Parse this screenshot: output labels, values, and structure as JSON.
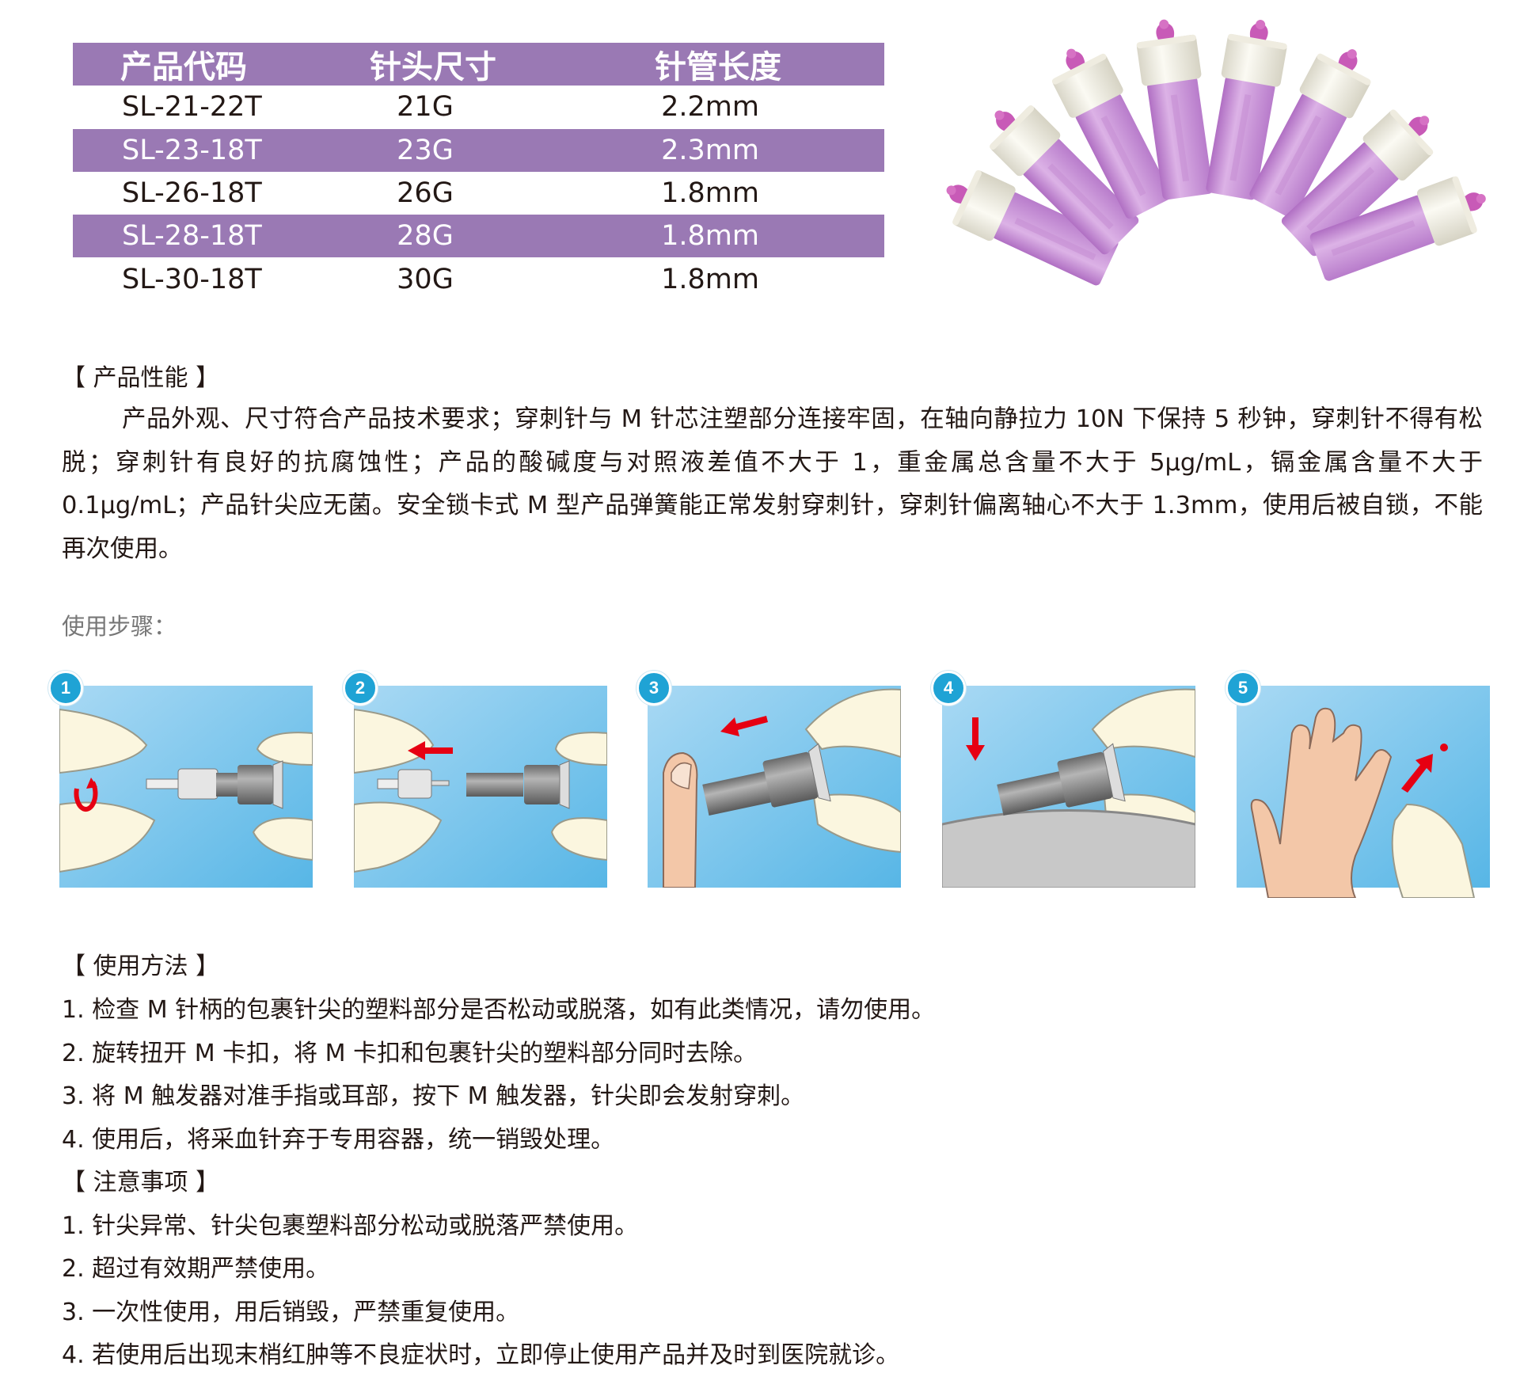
{
  "spec_table": {
    "headers": [
      "产品代码",
      "针头尺寸",
      "针管长度"
    ],
    "rows": [
      [
        "SL-21-22T",
        "21G",
        "2.2mm"
      ],
      [
        "SL-23-18T",
        "23G",
        "2.3mm"
      ],
      [
        "SL-26-18T",
        "26G",
        "1.8mm"
      ],
      [
        "SL-28-18T",
        "28G",
        "1.8mm"
      ],
      [
        "SL-30-18T",
        "30G",
        "1.8mm"
      ]
    ]
  },
  "colors": {
    "accent": "#9a79b4",
    "step_badge": "#1fa3d5",
    "arrow": "#e60012"
  },
  "performance": {
    "title": "【 产品性能 】",
    "body": "产品外观、尺寸符合产品技术要求；穿刺针与 M 针芯注塑部分连接牢固，在轴向静拉力 10N 下保持 5 秒钟，穿刺针不得有松脱；穿刺针有良好的抗腐蚀性；产品的酸碱度与对照液差值不大于 1，重金属总含量不大于 5μg/mL，镉金属含量不大于 0.1μg/mL；产品针尖应无菌。安全锁卡式 M 型产品弹簧能正常发射穿刺针，穿刺针偏离轴心不大于 1.3mm，使用后被自锁，不能再次使用。"
  },
  "steps_label": "使用步骤：",
  "steps": [
    {
      "number": "1",
      "icon": "twist-cap-icon"
    },
    {
      "number": "2",
      "icon": "remove-cap-icon"
    },
    {
      "number": "3",
      "icon": "press-trigger-icon"
    },
    {
      "number": "4",
      "icon": "dispose-container-icon"
    },
    {
      "number": "5",
      "icon": "finger-puncture-icon"
    }
  ],
  "usage": {
    "title": "【 使用方法 】",
    "items": [
      "1. 检查 M 针柄的包裹针尖的塑料部分是否松动或脱落，如有此类情况，请勿使用。",
      "2. 旋转扭开 M 卡扣，将 M 卡扣和包裹针尖的塑料部分同时去除。",
      "3. 将 M 触发器对准手指或耳部，按下 M 触发器，针尖即会发射穿刺。",
      "4. 使用后，将采血针弃于专用容器，统一销毁处理。"
    ]
  },
  "notes": {
    "title": "【 注意事项 】",
    "items": [
      "1. 针尖异常、针尖包裹塑料部分松动或脱落严禁使用。",
      "2. 超过有效期严禁使用。",
      "3. 一次性使用，用后销毁，严禁重复使用。",
      "4. 若使用后出现末梢红肿等不良症状时，立即停止使用产品并及时到医院就诊。"
    ]
  }
}
